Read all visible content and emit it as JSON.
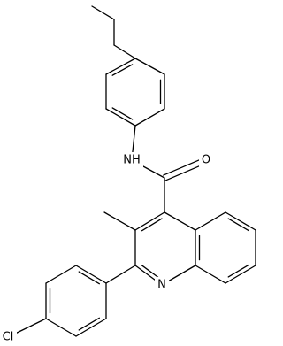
{
  "structure": {
    "line_color": "#000000",
    "background": "#ffffff",
    "atom_labels": {
      "amide_nh": "NH",
      "carbonyl_o": "O",
      "ring_n": "N",
      "chloro": "Cl"
    }
  }
}
